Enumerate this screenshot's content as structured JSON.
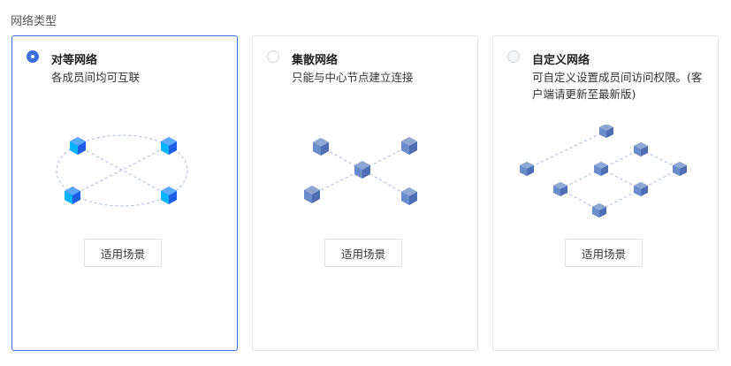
{
  "section_title": "网络类型",
  "cards": [
    {
      "title": "对等网络",
      "description": "各成员间均可互联",
      "selected": true,
      "button_label": "适用场景",
      "illustration": "peer-network-diagram"
    },
    {
      "title": "集散网络",
      "description": "只能与中心节点建立连接",
      "selected": false,
      "button_label": "适用场景",
      "illustration": "hub-network-diagram"
    },
    {
      "title": "自定义网络",
      "description": "可自定义设置成员间访问权限。(客户端请更新至最新版)",
      "selected": false,
      "button_label": "适用场景",
      "illustration": "custom-network-diagram"
    }
  ],
  "colors": {
    "accent": "#3b6fe0",
    "node_bright_top": "#5aa8ff",
    "node_bright_side": "#1f5fe8",
    "node_muted_top": "#8fa7d4",
    "node_muted_side": "#4f6db3",
    "link": "#a9b8e6"
  }
}
